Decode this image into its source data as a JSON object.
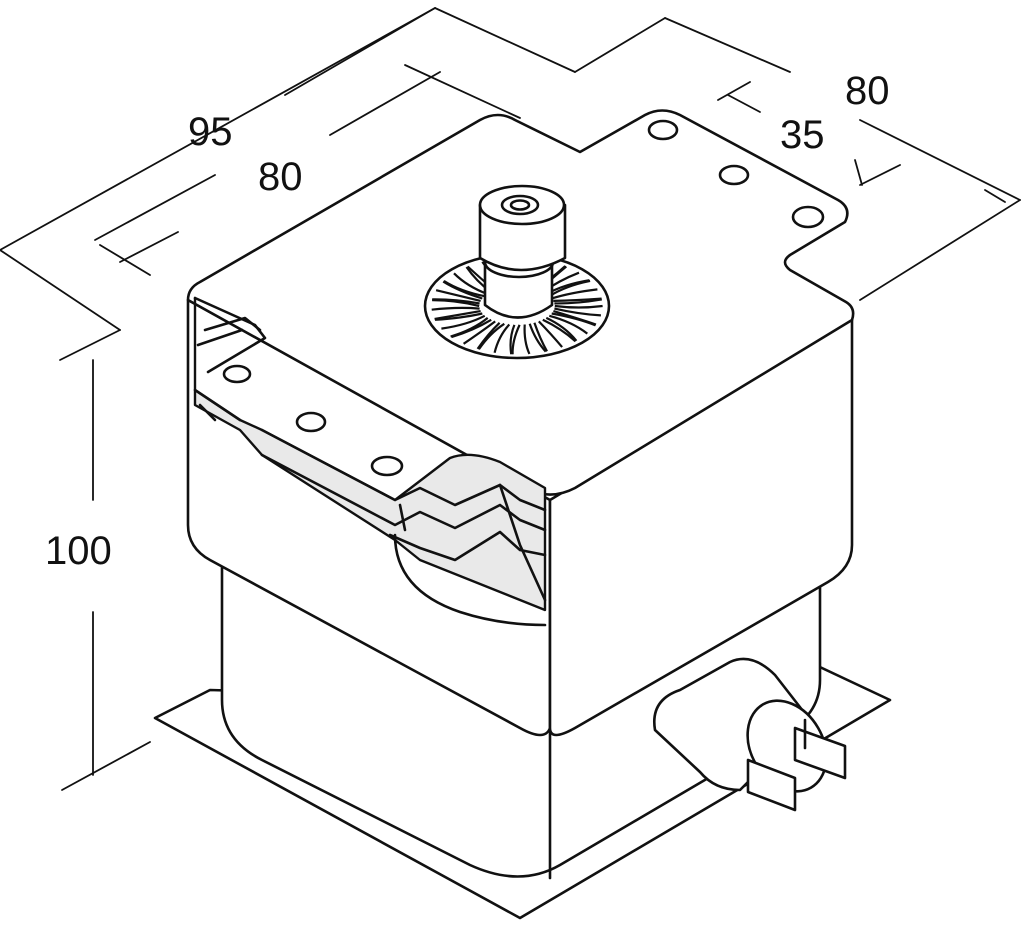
{
  "dimensions": {
    "outer_width": "95",
    "inner_width": "80",
    "depth": "80",
    "hole_spacing": "35",
    "height": "100"
  }
}
